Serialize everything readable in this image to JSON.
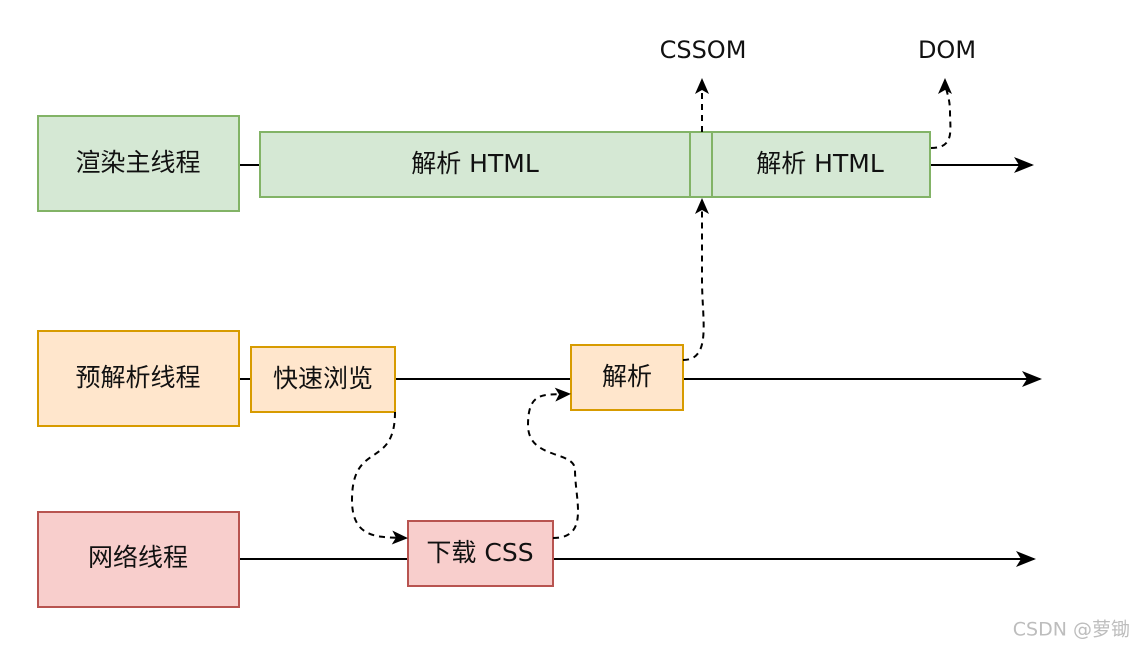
{
  "threads": {
    "render": {
      "label": "渲染主线程"
    },
    "preparse": {
      "label": "预解析线程"
    },
    "network": {
      "label": "网络线程"
    }
  },
  "tasks": {
    "parse_html_1": "解析 HTML",
    "parse_html_2": "解析 HTML",
    "quick_browse": "快速浏览",
    "parse": "解析",
    "download_css": "下载 CSS"
  },
  "outputs": {
    "cssom": "CSSOM",
    "dom": "DOM"
  },
  "watermark": "CSDN @萝锄",
  "colors": {
    "green_fill": "#d5e8d4",
    "green_stroke": "#82b366",
    "orange_fill": "#ffe6cc",
    "orange_stroke": "#d79b00",
    "red_fill": "#f8cecc",
    "red_stroke": "#b85450",
    "line": "#000000"
  }
}
